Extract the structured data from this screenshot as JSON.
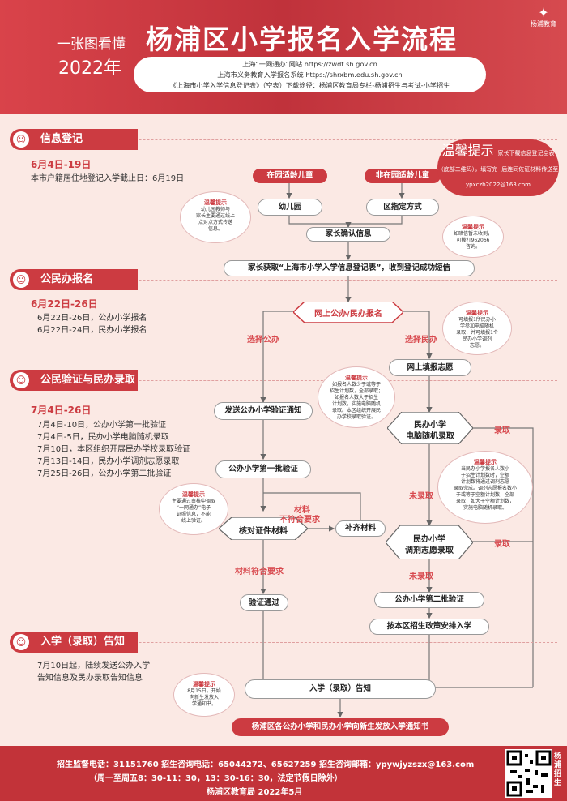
{
  "header": {
    "subtitle": "一张图看懂",
    "year": "2022年",
    "title": "杨浦区小学报名入学流程",
    "info": [
      "上海“一网通办”网站 https://zwdt.sh.gov.cn",
      "上海市义务教育入学报名系统 https://shrxbm.edu.sh.gov.cn",
      "《上海市小学入学信息登记表》（空表）下载途径：杨浦区教育局专栏-杨浦招生与考试-小学招生"
    ],
    "logo": "杨浦教育"
  },
  "sections": {
    "s1": {
      "title": "信息登记",
      "date": "6月4日-19日",
      "lines": [
        "本市户籍居住地登记入学截止日：6月19日"
      ]
    },
    "s2": {
      "title": "公民办报名",
      "date": "6月22日-26日",
      "lines": [
        "6月22日-26日，公办小学报名",
        "6月22日-24日，民办小学报名"
      ]
    },
    "s3": {
      "title": "公民验证与民办录取",
      "date": "7月4日-26日",
      "lines": [
        "7月4日-10日，公办小学第一批验证",
        "7月4日-5日，民办小学电脑随机录取",
        "7月10日，本区组织开展民办学校录取验证",
        "7月13日-14日，民办小学调剂志愿录取",
        "7月25日-26日，公办小学第二批验证"
      ]
    },
    "s4": {
      "title": "入学（录取）告知",
      "lines": [
        "7月10日起，陆续发送公办入学",
        "告知信息及民办录取告知信息"
      ]
    }
  },
  "flow": {
    "in_kindergarten": "在园适龄儿童",
    "not_kindergarten": "非在园适龄儿童",
    "kindergarten": "幼儿园",
    "district_way": "区指定方式",
    "parent_confirm": "家长确认信息",
    "receive_sms": "家长获取“上海市小学入学信息登记表”，收到登记成功短信",
    "online_apply": "网上公办/民办报名",
    "choose_public": "选择公办",
    "choose_private": "选择民办",
    "fill_wish": "网上填报志愿",
    "send_notice": "发送公办小学验证通知",
    "private_random": [
      "民办小学",
      "电脑随机录取"
    ],
    "admitted": "录取",
    "public_first": "公办小学第一批验证",
    "not_admitted": "未录取",
    "check_docs": "核对证件材料",
    "docs_fail": [
      "材料",
      "不符合要求"
    ],
    "supplement": "补齐材料",
    "private_adjust": [
      "民办小学",
      "调剂志愿录取"
    ],
    "docs_ok": "材料符合要求",
    "verified": "验证通过",
    "public_second": "公办小学第二批验证",
    "policy_arrange": "按本区招生政策安排入学",
    "notice": "入学（录取）告知",
    "final": "杨浦区各公办小学和民办小学向新生发放入学通知书"
  },
  "tips": {
    "title": "温馨提示",
    "top": [
      "家长下载信息登记空表",
      "（底部二维码），填写完",
      "后连同佐证材料传送至",
      "ypxczb2022@163.com"
    ],
    "kinder": [
      "幼儿园教师与",
      "家长主要通过线上",
      "点对点方式传送",
      "信息。"
    ],
    "phone": [
      "如暗信暂未收到，",
      "可拨打962066",
      "咨询。"
    ],
    "private_one": [
      "可填报1所民办小",
      "学参加电脑随机",
      "录取，并可填报1个",
      "民办小学调剂",
      "志愿。"
    ],
    "random": [
      "如报名人数少于或等于",
      "招生计划数，全部录取；",
      "如报名人数大于招生",
      "计划数，实施电脑随机",
      "录取。本区组织开展民",
      "办学校录取验证。"
    ],
    "adjust": [
      "当民办小学报名人数小",
      "于招生计划数时，空额",
      "计划数将通过调剂志愿",
      "录取完成。调剂志愿报名数小",
      "于或等于空额计划数，全部",
      "录取；如大于空额计划数，",
      "实施电脑随机录取。"
    ],
    "yiwang": [
      "主要通过审核中调取",
      "“一网通办”电子",
      "证照信息，不能",
      "线上验证。"
    ],
    "aug": [
      "8月15日，开始",
      "向新生发放入",
      "学通知书。"
    ]
  },
  "footer": {
    "line1": "招生监督电话：31151760    招生咨询电话：65044272、65627259    招生咨询邮箱：ypywjyzszx@163.com",
    "line2": "（周一至周五8：30-11：30，13：30-16：30，法定节假日除外）",
    "line3": "杨浦区教育局    2022年5月",
    "brand": "杨浦招生"
  }
}
